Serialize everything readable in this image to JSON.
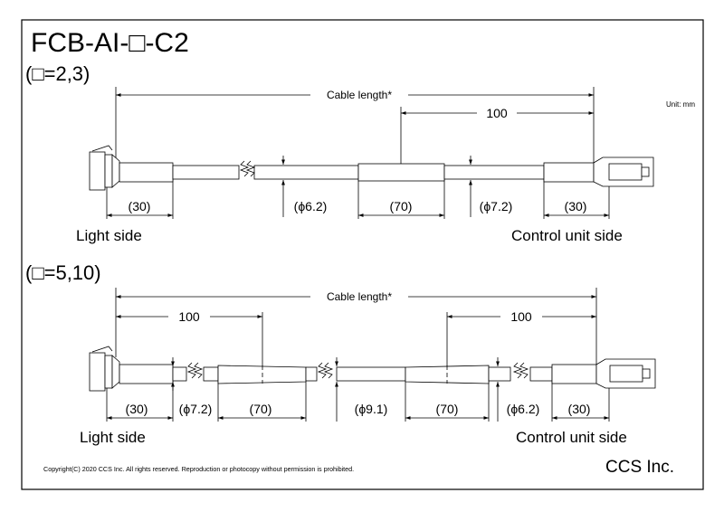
{
  "title": "FCB-AI-□-C2",
  "unit_note": "Unit: mm",
  "copyright": "Copyright(C) 2020 CCS Inc. All rights reserved. Reproduction or photocopy without permission is prohibited.",
  "company": "CCS Inc.",
  "section1": {
    "heading": "(□=2,3)",
    "cable_length": "Cable length*",
    "dim_100": "100",
    "dim_left_30": "(30)",
    "dim_phi_a": "(ϕ6.2)",
    "dim_70": "(70)",
    "dim_phi_b": "(ϕ7.2)",
    "dim_right_30": "(30)",
    "light_side": "Light side",
    "control_side": "Control unit side"
  },
  "section2": {
    "heading": "(□=5,10)",
    "cable_length": "Cable length*",
    "dim_100_left": "100",
    "dim_100_right": "100",
    "dim_left_30": "(30)",
    "dim_phi_a": "(ϕ7.2)",
    "dim_70_a": "(70)",
    "dim_phi_b": "(ϕ9.1)",
    "dim_70_b": "(70)",
    "dim_phi_c": "(ϕ6.2)",
    "dim_right_30": "(30)",
    "light_side": "Light side",
    "control_side": "Control unit side"
  }
}
